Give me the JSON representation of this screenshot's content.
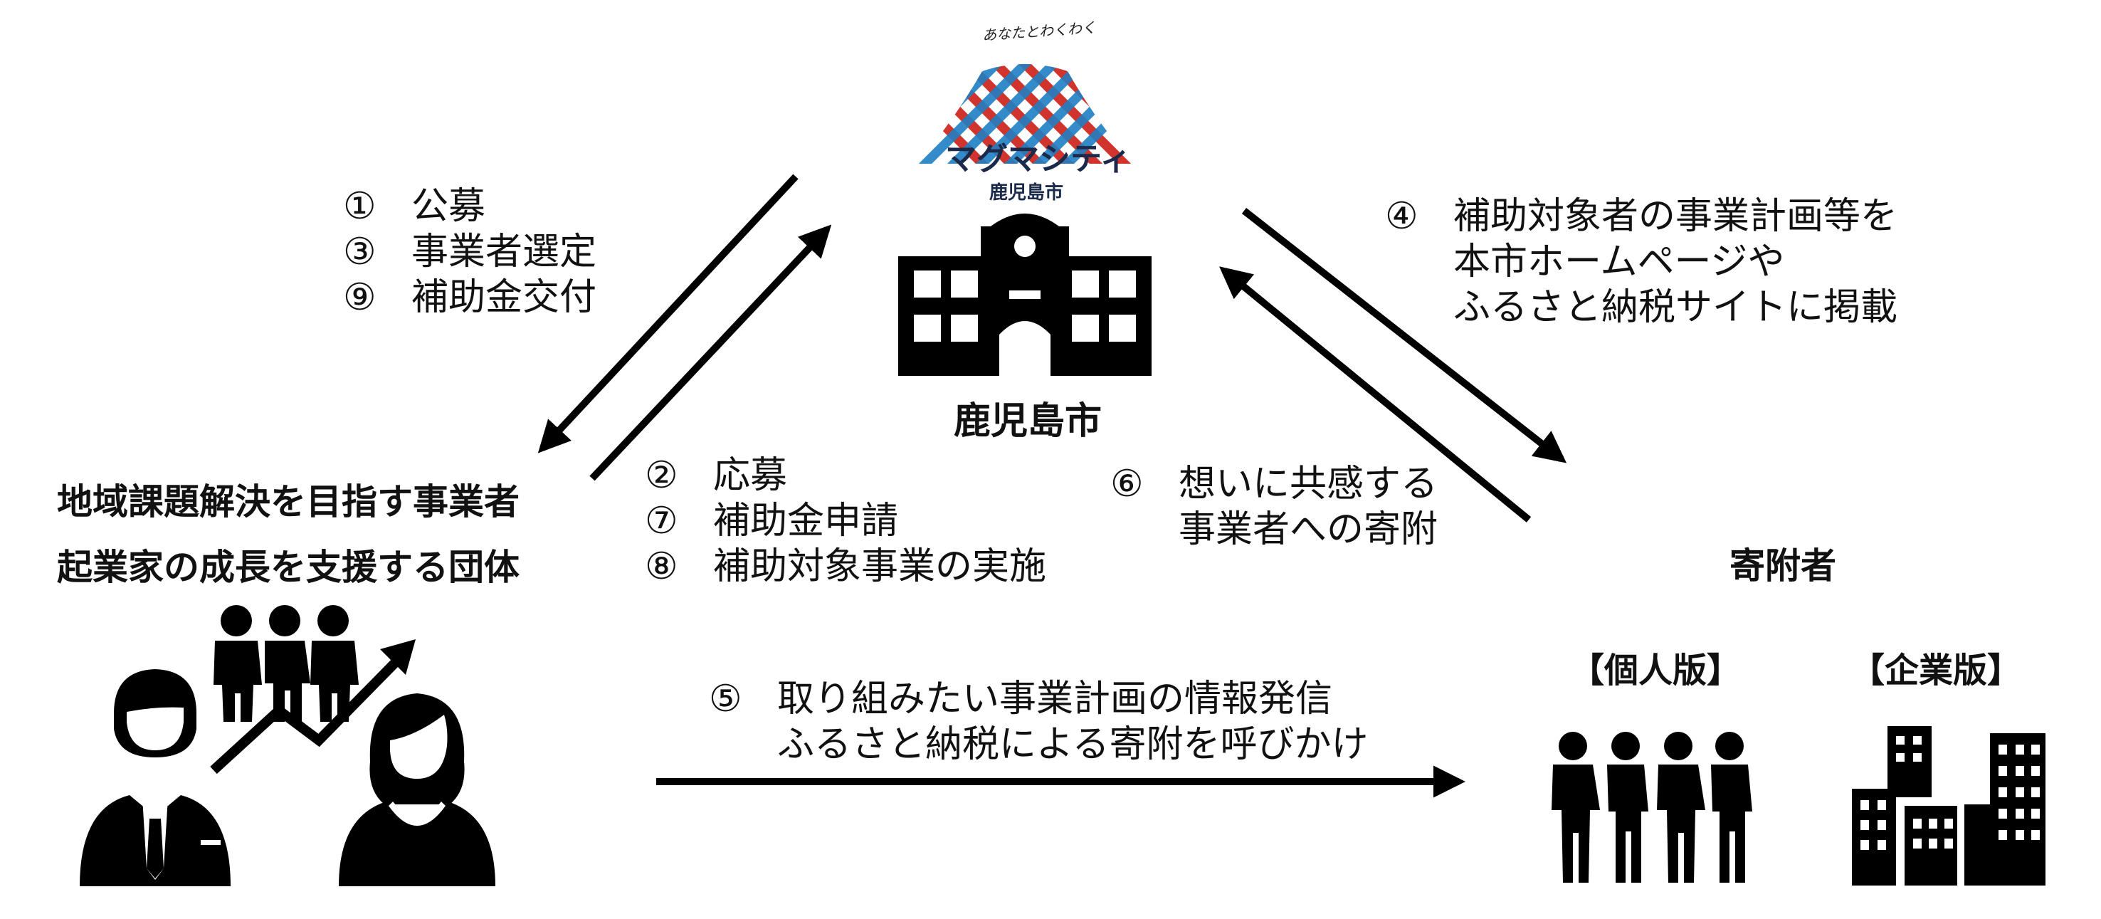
{
  "logo": {
    "tagline": "あなたとわくわく",
    "name": "マグマシティ",
    "city": "鹿児島市",
    "colors": {
      "red": "#d0342c",
      "blue": "#1f7fc4",
      "navy": "#1b2a4a"
    }
  },
  "city": {
    "label": "鹿児島市"
  },
  "city_to_operators": {
    "steps": [
      {
        "num": "①",
        "text": "公募"
      },
      {
        "num": "③",
        "text": "事業者選定"
      },
      {
        "num": "⑨",
        "text": "補助金交付"
      }
    ]
  },
  "operators_to_city": {
    "steps": [
      {
        "num": "②",
        "text": "応募"
      },
      {
        "num": "⑦",
        "text": "補助金申請"
      },
      {
        "num": "⑧",
        "text": "補助対象事業の実施"
      }
    ]
  },
  "city_to_donors": {
    "num": "④",
    "lines": [
      "補助対象者の事業計画等を",
      "本市ホームページや",
      "ふるさと納税サイトに掲載"
    ]
  },
  "donors_to_city": {
    "num": "⑥",
    "lines": [
      "想いに共感する",
      "事業者への寄附"
    ]
  },
  "operators_to_donors": {
    "num": "⑤",
    "lines": [
      "取り組みたい事業計画の情報発信",
      "ふるさと納税による寄附を呼びかけ"
    ]
  },
  "operators": {
    "line1": "地域課題解決を目指す事業者",
    "line2": "起業家の成長を支援する団体"
  },
  "donors": {
    "label": "寄附者",
    "individual": "【個人版】",
    "corporate": "【企業版】"
  }
}
